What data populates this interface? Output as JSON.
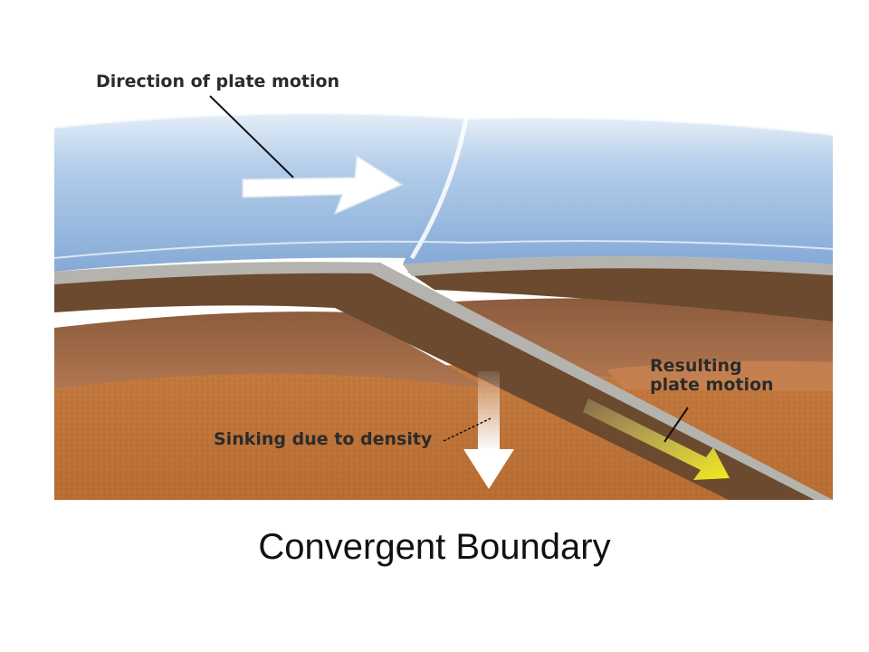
{
  "caption": "Convergent Boundary",
  "annotations": {
    "direction": "Direction of plate motion",
    "sinking": "Sinking due to density",
    "resulting_line1": "Resulting",
    "resulting_line2": "plate motion"
  },
  "colors": {
    "ocean_light": "#d7e6f4",
    "ocean_mid": "#a9c6e6",
    "ocean_dark": "#7fa6d3",
    "crust_gray": "#b5b3ae",
    "lithosphere_brown": "#6b4a2f",
    "upper_mantle": "#9e6a47",
    "asthenosphere": "#c57a3c",
    "arrow_white": "#ffffff",
    "arrow_yellow": "#f2ea1a"
  },
  "icons": {
    "motion_arrow": "arrow-right-icon",
    "sinking_arrow": "arrow-down-icon",
    "resulting_arrow": "arrow-diagonal-icon"
  }
}
